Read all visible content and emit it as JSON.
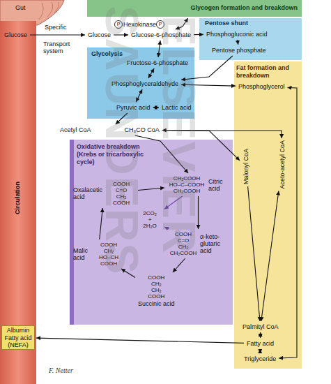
{
  "diagram": {
    "nodes": [
      {
        "text": [
          "Glycogen formation and breakdown"
        ]
      },
      {
        "text": [
          "Pentose shunt"
        ]
      },
      {
        "text": [
          "Glycolysis"
        ]
      },
      {
        "text": [
          "Fat formation and breakdown"
        ]
      },
      {
        "text": [
          "Oxidative breakdown (Krebs or tricarboxylic cycle)"
        ]
      },
      {
        "text": [
          "Circulation"
        ]
      },
      {
        "text": [
          "Glucose"
        ],
        "in": 5
      },
      {
        "text": [
          "Glucose"
        ]
      },
      {
        "text": [
          "Glucose-6-phosphate"
        ]
      },
      {
        "text": [
          "Phosphogluconic acid"
        ],
        "in": 1
      },
      {
        "text": [
          "Pentose phosphate"
        ],
        "in": 1
      },
      {
        "text": [
          "Fructose-6-phosphate"
        ],
        "in": 2
      },
      {
        "text": [
          "Phosphoglyceraldehyde"
        ],
        "in": 2
      },
      {
        "text": [
          "Pyruvic acid"
        ],
        "in": 2
      },
      {
        "text": [
          "Lactic acid"
        ],
        "in": 2
      },
      {
        "text": [
          "Phosphoglycerol"
        ],
        "in": 3
      },
      {
        "text": [
          "Acetyl CoA",
          "CH₃CO CoA"
        ]
      },
      {
        "text": [
          "Oxalacetic acid",
          "COOH C=O CH₂ COOH"
        ],
        "in": 4
      },
      {
        "text": [
          "CH₂COOH HO–C–COOH CH₂COOH",
          "Citric acid"
        ],
        "in": 4
      },
      {
        "text": [
          "COOH C=O CH₂ CH₂COOH",
          "α-keto-glutaric acid"
        ],
        "in": 4
      },
      {
        "text": [
          "COOH CH₂ CH₂ COOH",
          "Succinic acid"
        ],
        "in": 4
      },
      {
        "text": [
          "Malic acid",
          "COOH CH₂ HO–CH COOH"
        ],
        "in": 4
      },
      {
        "text": [
          "2CO₂ + 2H₂O"
        ],
        "in": 4
      },
      {
        "text": [
          "Malonyl CoA"
        ],
        "in": 3
      },
      {
        "text": [
          "Aceto-acetyl CoA"
        ],
        "in": 3
      },
      {
        "text": [
          "Palmityl CoA"
        ],
        "in": 3
      },
      {
        "text": [
          "Fatty acid"
        ],
        "in": 3
      },
      {
        "text": [
          "Triglyceride"
        ],
        "in": 3
      },
      {
        "text": [
          "Albumin",
          "Fatty acid (NEFA)"
        ],
        "in": 5
      }
    ],
    "edges": [
      {
        "from": 6,
        "to": 7,
        "arrow": "to"
      },
      {
        "from": 7,
        "to": 8,
        "arrow": "to"
      },
      {
        "from": 8,
        "to": 0,
        "arrow": "both"
      },
      {
        "from": 8,
        "to": 9,
        "arrow": "to"
      },
      {
        "from": 9,
        "to": 10,
        "arrow": "to"
      },
      {
        "from": 8,
        "to": 11,
        "arrow": "both"
      },
      {
        "from": 10,
        "to": 12,
        "arrow": "to"
      },
      {
        "from": 11,
        "to": 12,
        "arrow": "both"
      },
      {
        "from": 12,
        "to": 13,
        "arrow": "both"
      },
      {
        "from": 13,
        "to": 14,
        "arrow": "both"
      },
      {
        "from": 12,
        "to": 15,
        "arrow": "both"
      },
      {
        "from": 13,
        "to": 16,
        "arrow": "to"
      },
      {
        "from": 16,
        "to": 18,
        "arrow": "to"
      },
      {
        "from": 17,
        "to": 18,
        "arrow": "to"
      },
      {
        "from": 18,
        "to": 19,
        "arrow": "to"
      },
      {
        "from": 19,
        "to": 20,
        "arrow": "to"
      },
      {
        "from": 20,
        "to": 21,
        "arrow": "to"
      },
      {
        "from": 21,
        "to": 17,
        "arrow": "to"
      },
      {
        "from": 18,
        "to": 22,
        "arrow": "to"
      },
      {
        "from": 19,
        "to": 22,
        "arrow": "to"
      },
      {
        "from": 16,
        "to": 23,
        "arrow": "to"
      },
      {
        "from": 16,
        "to": 24,
        "arrow": "both"
      },
      {
        "from": 23,
        "to": 25,
        "arrow": "to"
      },
      {
        "from": 24,
        "to": 25,
        "arrow": "both"
      },
      {
        "from": 25,
        "to": 26,
        "arrow": "both"
      },
      {
        "from": 26,
        "to": 27,
        "arrow": "both"
      },
      {
        "from": 15,
        "to": 27,
        "arrow": "both"
      },
      {
        "from": 26,
        "to": 28,
        "arrow": "to"
      }
    ],
    "labels": [
      "Gut",
      "Specific",
      "Transport system",
      "P",
      "Hexokinase",
      "P",
      "SAUNDERS",
      "ELSEVIER",
      "F. Netter"
    ]
  }
}
